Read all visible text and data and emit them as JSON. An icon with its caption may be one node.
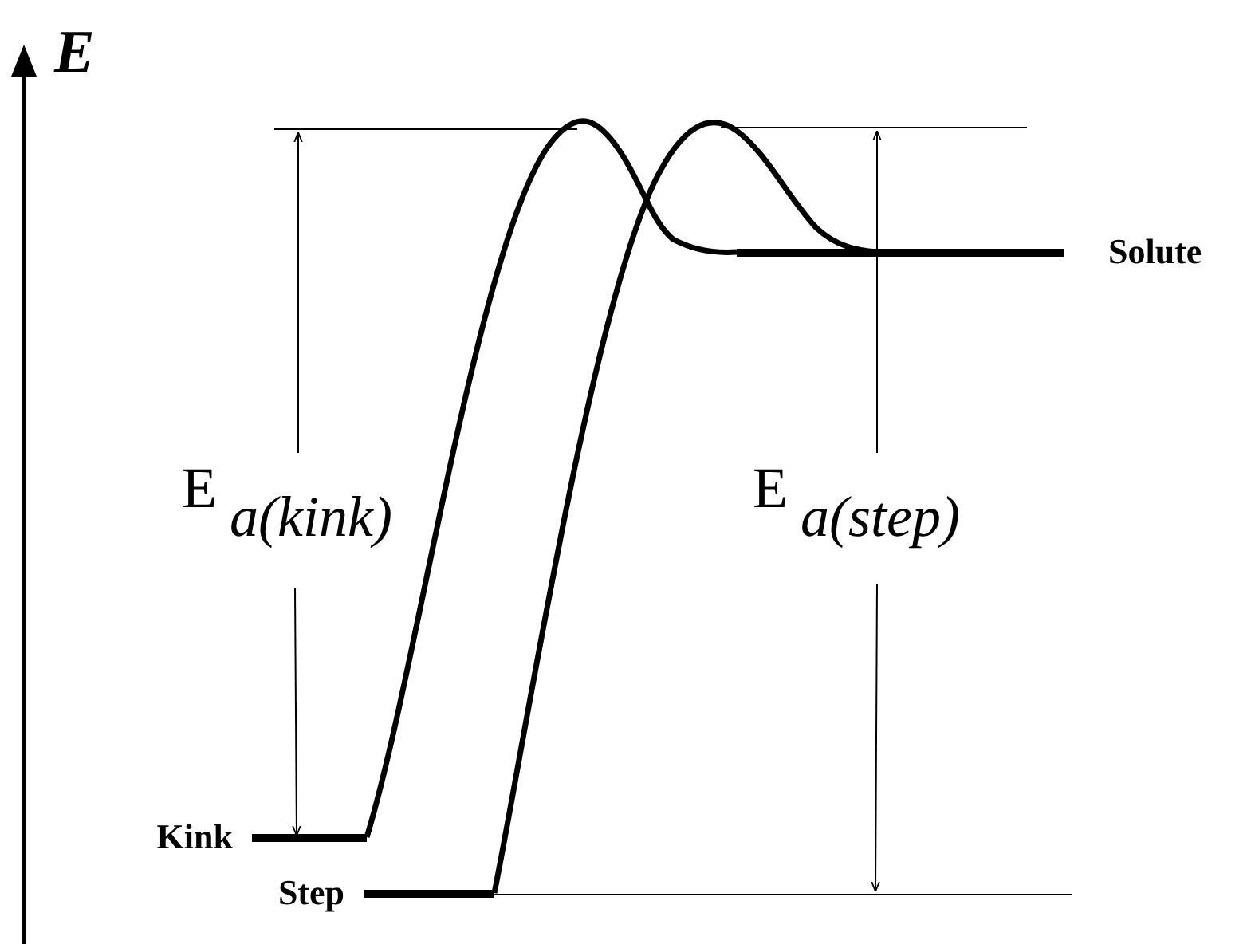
{
  "diagram": {
    "nodes": [
      {
        "text": [
          "Kink"
        ]
      },
      {
        "text": [
          "Step"
        ]
      },
      {
        "text": [
          "Solute"
        ]
      }
    ],
    "edges": [
      {
        "from": 0,
        "to": 2,
        "arrow": "none"
      },
      {
        "from": 1,
        "to": 2,
        "arrow": "none"
      }
    ],
    "labels": [
      "E",
      "E$_{a(kink)}$",
      "E$_{a(step)}$"
    ]
  }
}
